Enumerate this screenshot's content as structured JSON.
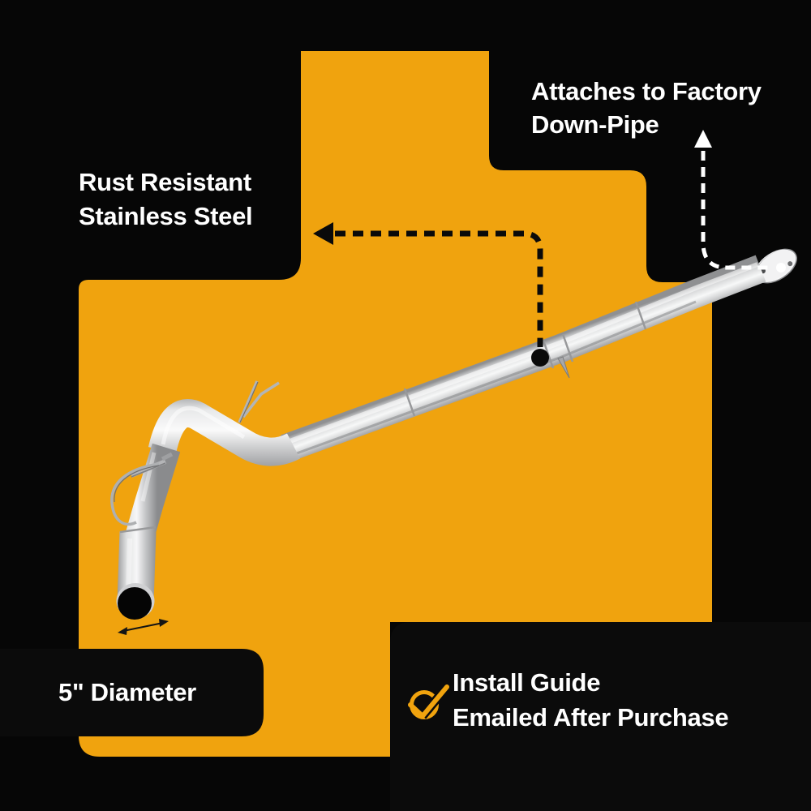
{
  "colors": {
    "background": "#060606",
    "accent_orange": "#F0A30E",
    "panel_black": "#0B0B0B",
    "text_white": "#FFFFFF",
    "pipe_highlight": "#F8F8F8",
    "pipe_shadow": "#8A8B8D",
    "arrow_black": "#0A0A0A",
    "arrow_white": "#FFFFFF"
  },
  "callouts": {
    "attaches_to_factory": {
      "line1": "Attaches to Factory",
      "line2": "Down-Pipe"
    },
    "rust_resistant": {
      "line1": "Rust Resistant",
      "line2": "Stainless Steel"
    },
    "diameter": {
      "label": "5\" Diameter"
    },
    "install_guide": {
      "line1": "Install Guide",
      "line2": "Emailed After Purchase"
    }
  },
  "icons": {
    "check_circle": "check-circle-icon"
  }
}
